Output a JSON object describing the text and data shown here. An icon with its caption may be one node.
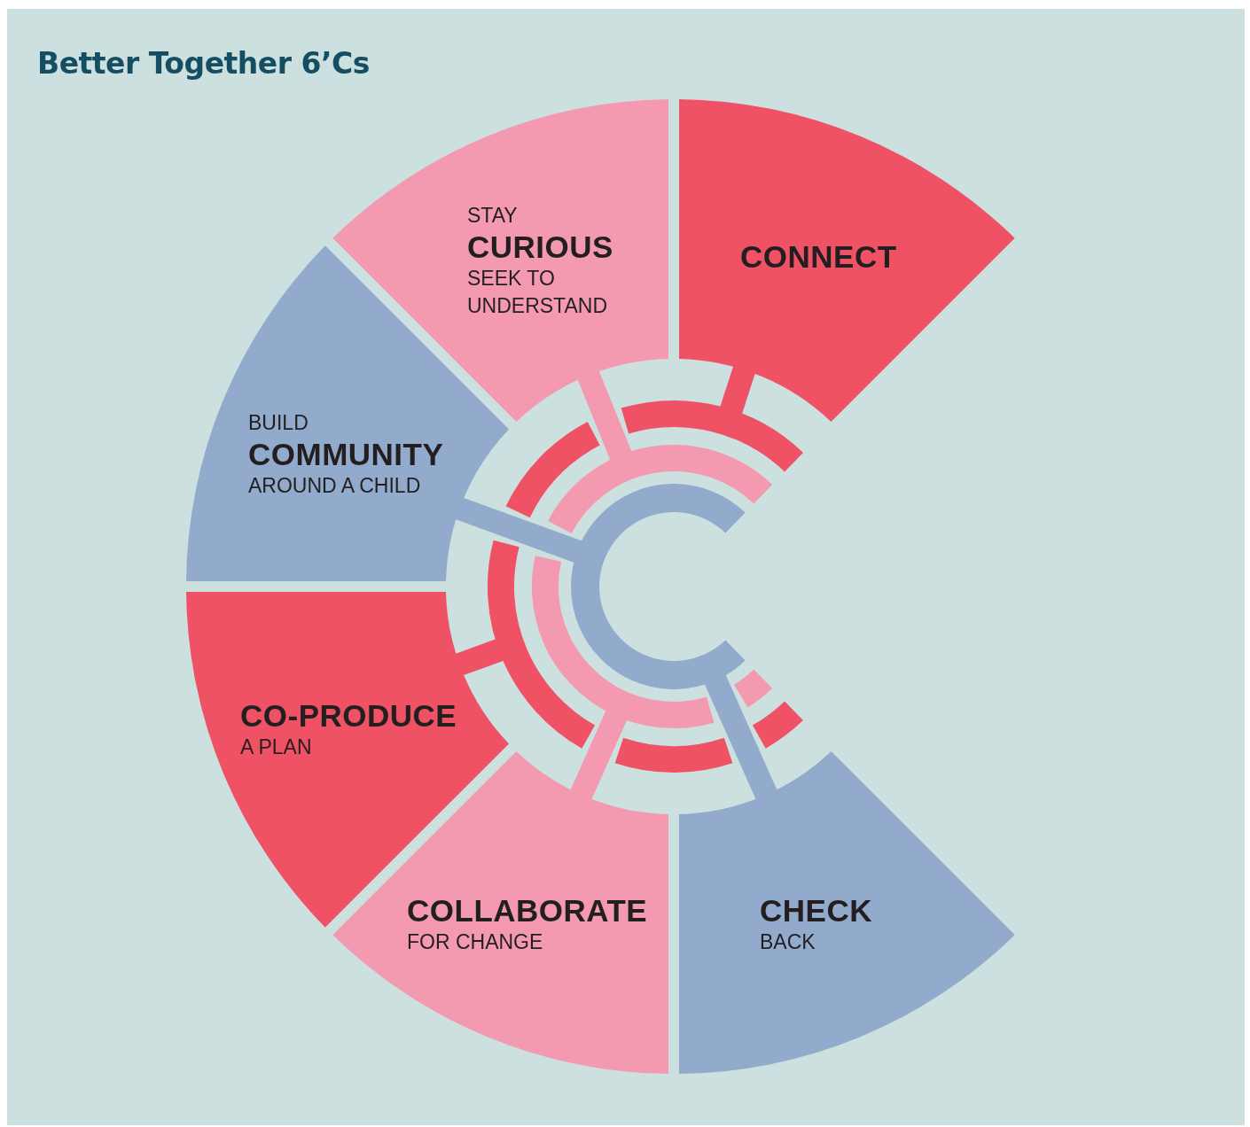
{
  "diagram": {
    "title": "Better Together 6’Cs",
    "nodes": [
      {
        "text": [
          "STAY",
          "CURIOUS",
          "SEEK TO UNDERSTAND"
        ]
      },
      {
        "text": [
          "CONNECT"
        ]
      },
      {
        "text": [
          "BUILD",
          "COMMUNITY",
          "AROUND A CHILD"
        ]
      },
      {
        "text": [
          "CO-PRODUCE",
          "A PLAN"
        ]
      },
      {
        "text": [
          "COLLABORATE",
          "FOR CHANGE"
        ]
      },
      {
        "text": [
          "CHECK",
          "BACK"
        ]
      }
    ]
  }
}
